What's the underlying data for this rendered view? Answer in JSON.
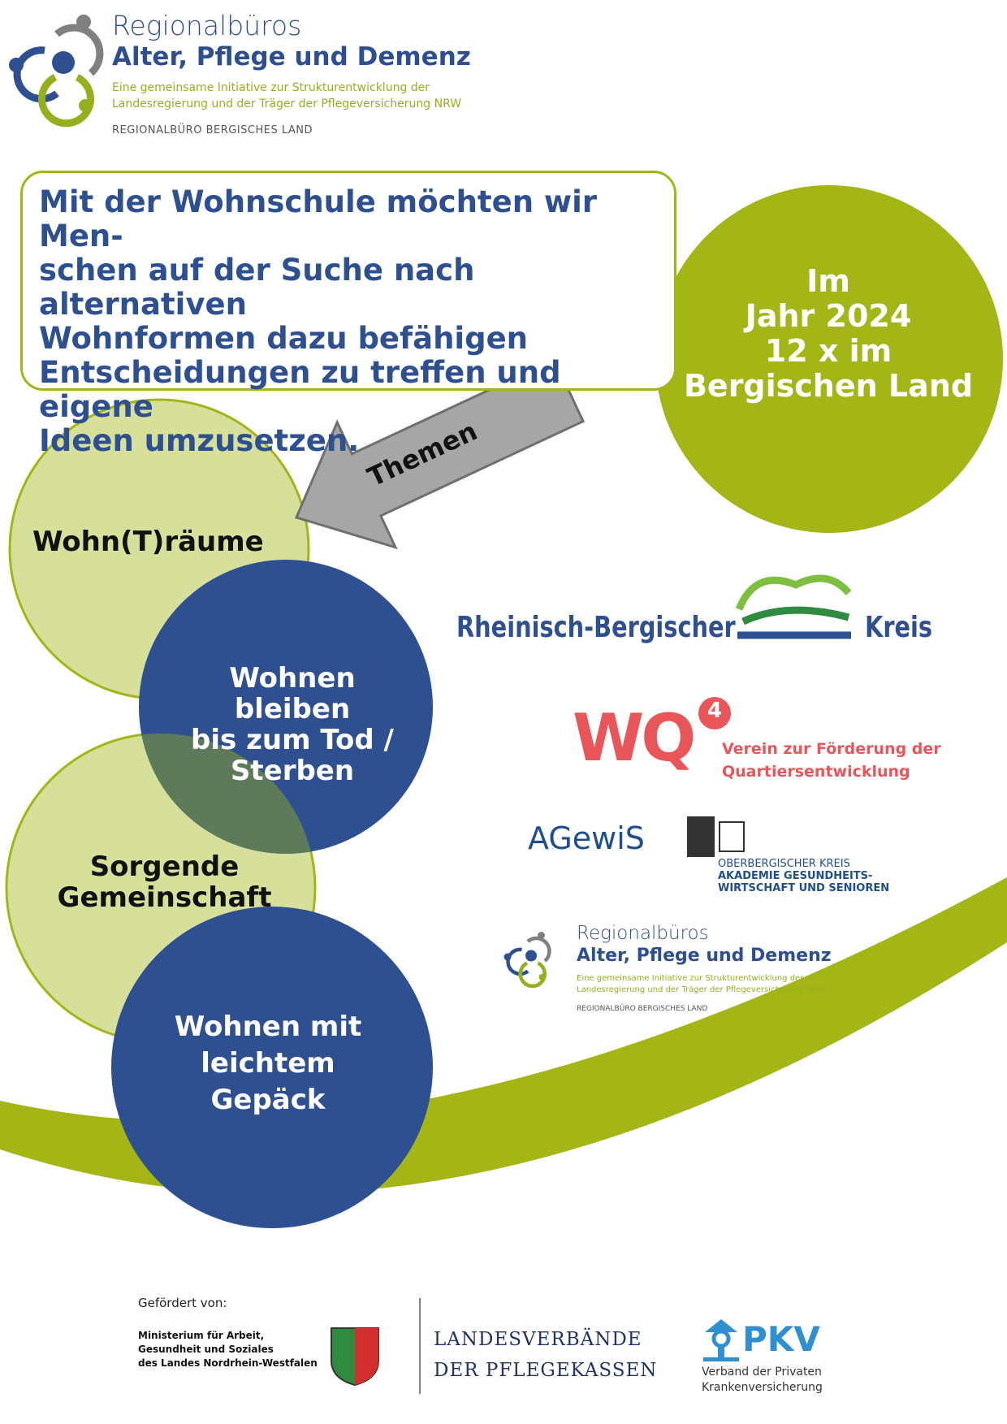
{
  "header_logo": {
    "title": "Regionalbüros",
    "subtitle": "Alter, Pflege und Demenz",
    "initiative": [
      "Eine gemeinsame Initiative zur Strukturentwicklung der",
      "Landesregierung und der Träger der Pflegeversicherung NRW"
    ],
    "office": "REGIONALBÜRO BERGISCHES LAND"
  },
  "intro_box": {
    "lines": [
      "Mit der Wohnschule möchten wir Men-",
      "schen auf der Suche nach alternativen",
      "Wohnformen dazu befähigen",
      "Entscheidungen zu treffen und eigene",
      "Ideen umzusetzen."
    ]
  },
  "year_circle": {
    "lines": [
      "Im",
      "Jahr 2024",
      "12 x im",
      "Bergischen Land"
    ]
  },
  "arrow_label": "Themen",
  "topics": [
    {
      "lines": [
        "Wohn(T)räume"
      ]
    },
    {
      "lines": [
        "Wohnen bleiben",
        "bis zum Tod /",
        "Sterben"
      ]
    },
    {
      "lines": [
        "Sorgende",
        "Gemeinschaft"
      ]
    },
    {
      "lines": [
        "Wohnen mit",
        "leichtem",
        "Gepäck"
      ]
    }
  ],
  "partners": {
    "rbk": {
      "left": "Rheinisch-Bergischer",
      "right": "Kreis"
    },
    "wq4": {
      "logo": "WQ",
      "sup": "4",
      "lines": [
        "Verein zur Förderung der",
        "Quartiersentwicklung"
      ]
    },
    "agewis": "AGewiS",
    "oberberg": {
      "lines": [
        "OBERBERGISCHER KREIS",
        "AKADEMIE GESUNDHEITS-",
        "WIRTSCHAFT UND SENIOREN"
      ]
    },
    "regional": {
      "title": "Regionalbüros",
      "subtitle": "Alter, Pflege und Demenz",
      "initiative": [
        "Eine gemeinsame Initiative zur Strukturentwicklung der",
        "Landesregierung und der Träger der Pflegeversicherung NRW"
      ],
      "office": "REGIONALBÜRO BERGISCHES LAND"
    }
  },
  "footer": {
    "funded_by": "Gefördert von:",
    "ministry": [
      "Ministerium für Arbeit,",
      "Gesundheit und Soziales",
      "des Landes Nordrhein-Westfalen"
    ],
    "landesverbaende": [
      "LANDESVERBÄNDE",
      "DER PFLEGEKASSEN"
    ],
    "pkv": "PKV",
    "pkv_sub": [
      "Verband der Privaten",
      "Krankenversicherung"
    ]
  },
  "colors": {
    "green": "#a3b616",
    "light_green": "#d6e09b",
    "blue": "#2e5090",
    "gray_arrow": "#a6a6a6",
    "wq_red": "#e8565a"
  }
}
